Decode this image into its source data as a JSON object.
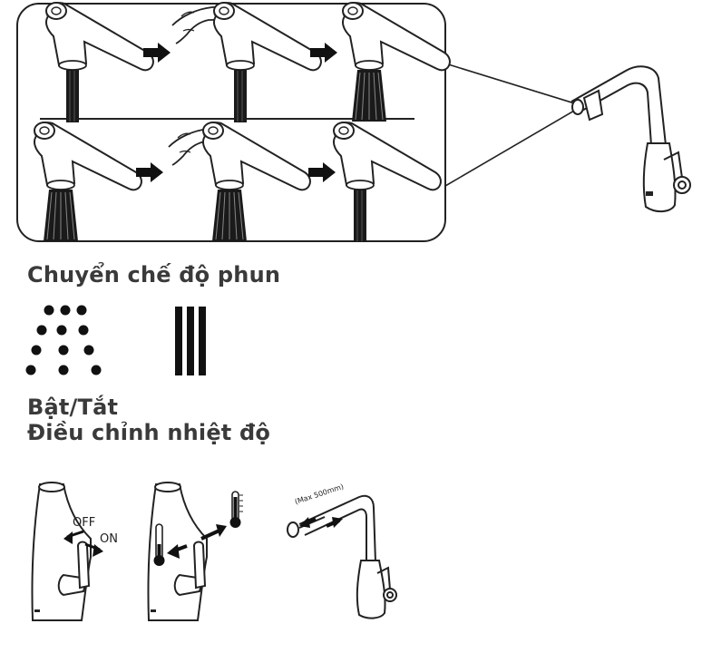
{
  "sections": {
    "spray_mode": "Chuyển chế độ phun",
    "on_off": "Bật/Tắt",
    "temperature": "Điều chỉnh nhiệt độ"
  },
  "labels": {
    "off": "OFF",
    "on": "ON",
    "max_length": "(Max 500mm)"
  },
  "colors": {
    "heading_text": "#3a3a3a",
    "line": "#222222",
    "stream": "#1a1a1a"
  },
  "icons": [
    "spray-dots-icon",
    "straight-stream-icon",
    "thermometer-icon",
    "faucet-icon",
    "arrow-right-icon"
  ]
}
